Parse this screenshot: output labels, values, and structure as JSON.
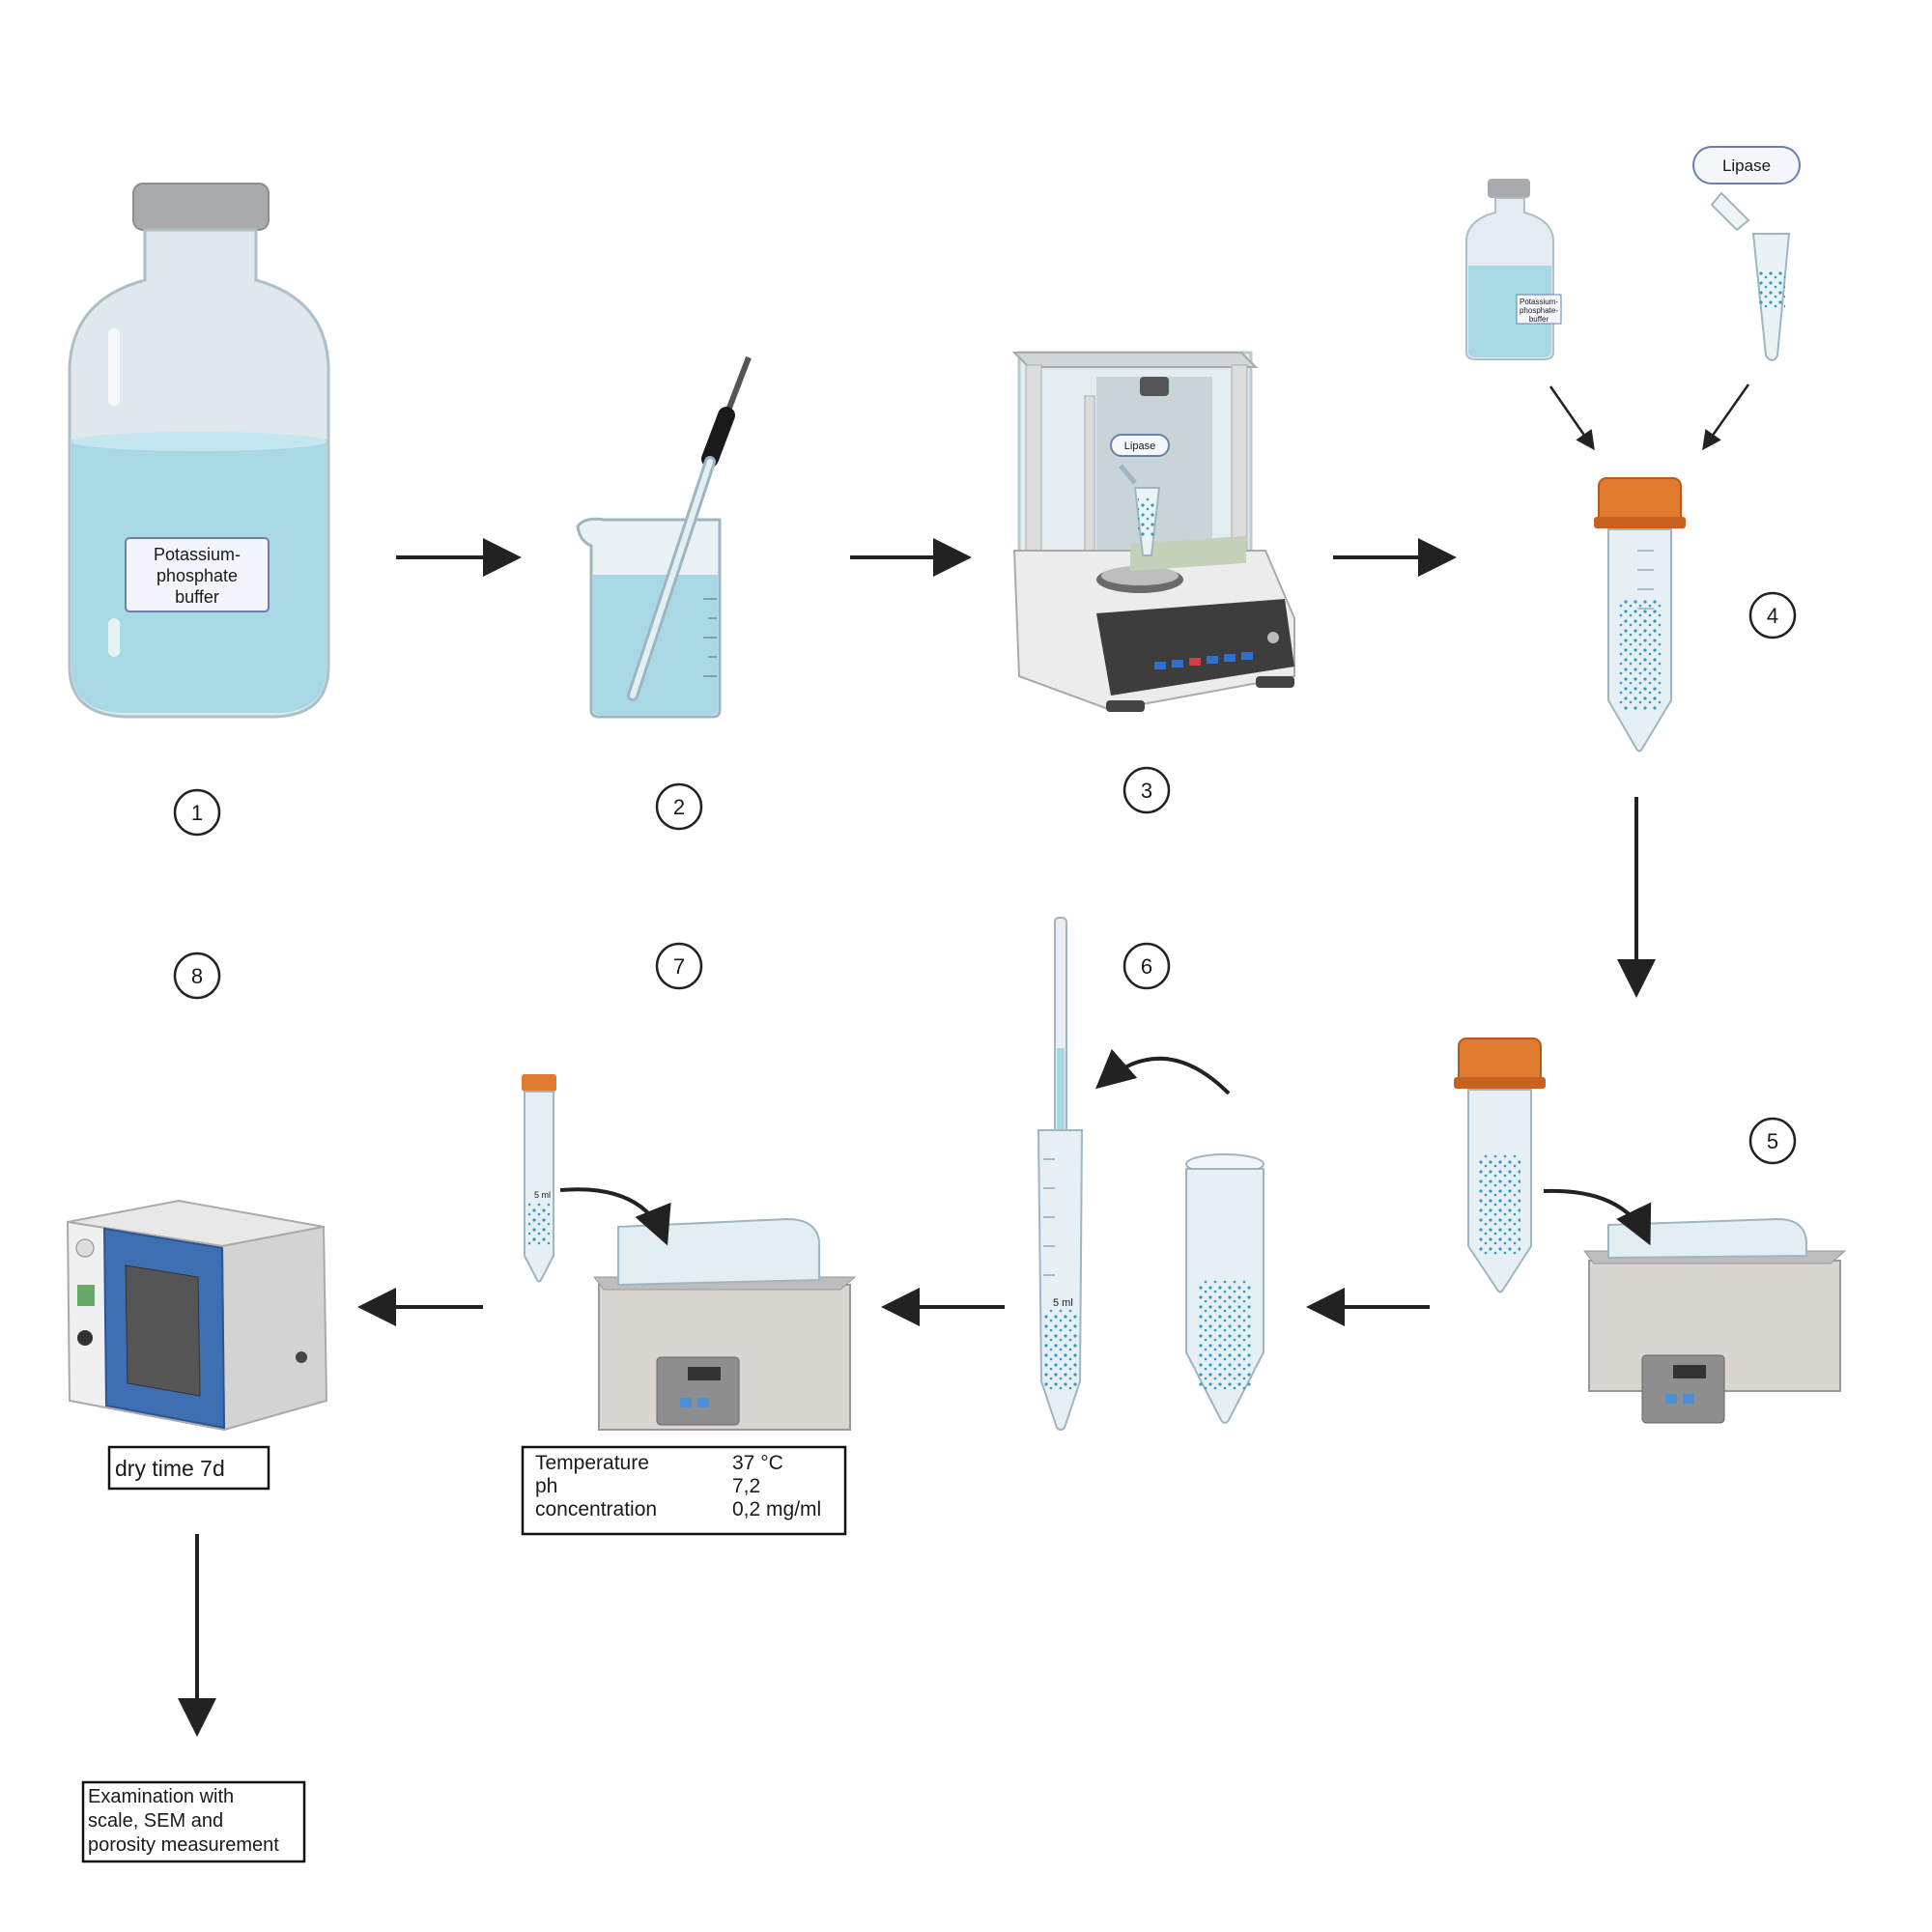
{
  "steps": [
    "1",
    "2",
    "3",
    "4",
    "5",
    "6",
    "7",
    "8"
  ],
  "labels": {
    "bottle_label": [
      "Potassium-",
      "phosphate",
      "buffer"
    ],
    "small_bottle_label": [
      "Potassium-",
      "phosphate-",
      "buffer"
    ],
    "lipase_tag": "Lipase",
    "balance_lipase_tag": "Lipase",
    "pipette_mark": "5 ml",
    "tube_small_mark": "5 ml",
    "dry_time": "dry time 7d",
    "examination": [
      "Examination with",
      "scale, SEM and",
      "porosity measurement"
    ]
  },
  "conditions": {
    "rows": [
      {
        "name": "Temperature",
        "value": "37 °C"
      },
      {
        "name": "ph",
        "value": "7,2"
      },
      {
        "name": "concentration",
        "value": "0,2 mg/ml"
      }
    ]
  },
  "colors": {
    "liquid": "#a8d8e3",
    "glass": "#e6eef2",
    "cap_orange": "#e07a2e",
    "oven_blue": "#3f6fb3",
    "arrow": "#222222",
    "dots": "#2f9bc4"
  }
}
